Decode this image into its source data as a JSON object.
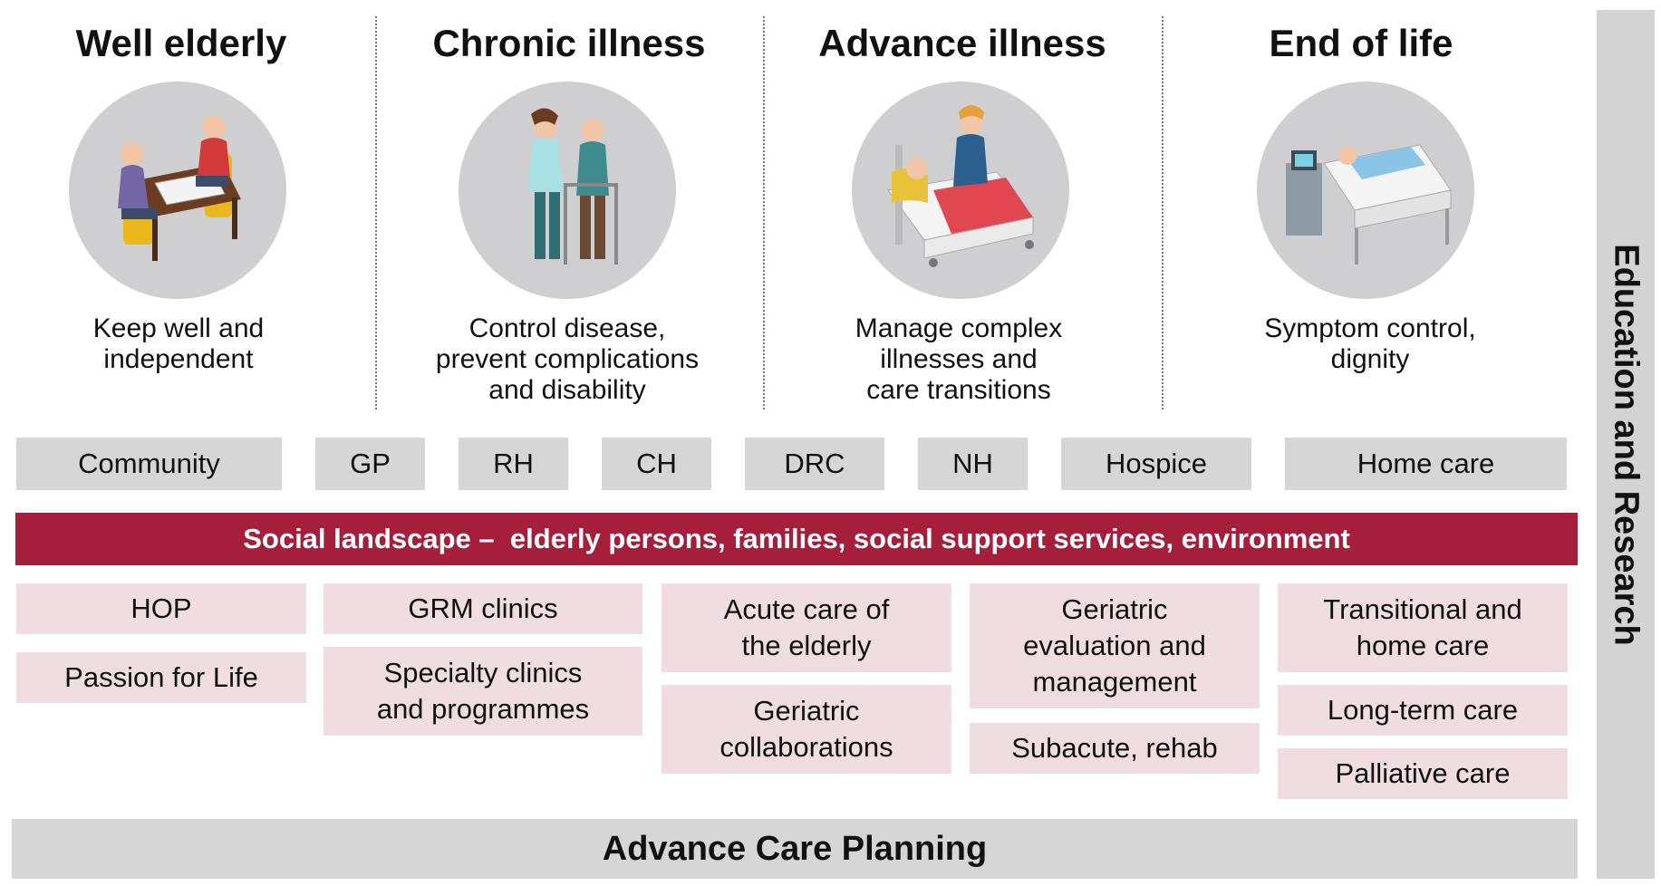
{
  "stages": [
    {
      "title": "Well elderly",
      "icon": "elderly-playing-board-game-icon",
      "goal": "Keep well and\nindependent"
    },
    {
      "title": "Chronic illness",
      "icon": "caregiver-walker-icon",
      "goal": "Control disease,\nprevent complications\nand disability"
    },
    {
      "title": "Advance illness",
      "icon": "patient-in-bed-with-nurse-icon",
      "goal": "Manage complex\nillnesses and\ncare transitions"
    },
    {
      "title": "End of life",
      "icon": "hospital-bed-monitor-icon",
      "goal": "Symptom control,\ndignity"
    }
  ],
  "settings": [
    "Community",
    "GP",
    "RH",
    "CH",
    "DRC",
    "NH",
    "Hospice",
    "Home care"
  ],
  "social_landscape": "Social landscape –  elderly persons, families, social support services, environment",
  "services": {
    "col1": [
      "HOP",
      "Passion for Life"
    ],
    "col2": [
      "GRM clinics",
      "Specialty clinics\nand programmes"
    ],
    "col3": [
      "Acute care of\nthe elderly",
      "Geriatric\ncollaborations"
    ],
    "col4": [
      "Geriatric\nevaluation and\nmanagement",
      "Subacute, rehab"
    ],
    "col5": [
      "Transitional and\nhome care",
      "Long-term care",
      "Palliative care"
    ]
  },
  "bottom_bar": "Advance Care Planning",
  "side_bar": "Education and Research",
  "colors": {
    "social_band": "#a51e3c",
    "setting_box": "#d6d6d6",
    "service_box": "#f0dde2",
    "circle": "#cfcfd1"
  }
}
